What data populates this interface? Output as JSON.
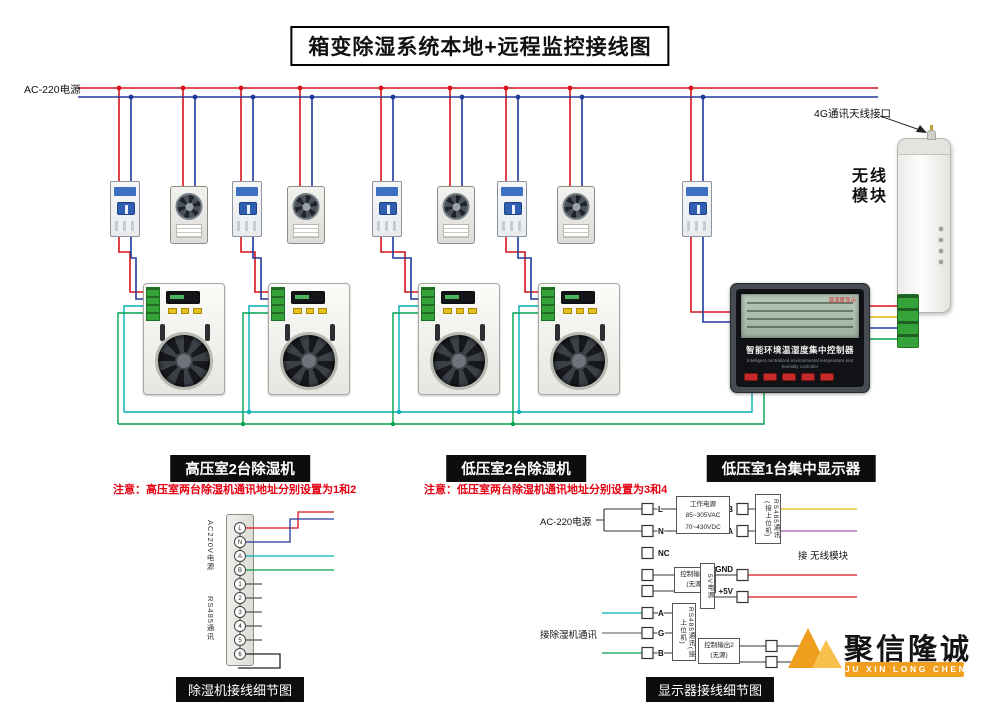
{
  "palette": {
    "live_wire": "#d8121a",
    "neutral_wire": "#203a9c",
    "comm_a_wire": "#00b0b5",
    "comm_b_wire": "#00a14e",
    "signal_yellow": "#e3b70a",
    "signal_purple": "#9b59a8",
    "label_bg": "#0d0d0d",
    "note_red": "#e60012",
    "terminal_green": "#35a23a",
    "brand_orange": "#ef9f1d"
  },
  "title": "箱变除湿系统本地+远程监控接线图",
  "top": {
    "power_label": "AC-220电源",
    "antenna_label": "4G通讯天线接口",
    "wireless_module_label": "无线模块"
  },
  "controller": {
    "corner_label": "温湿度显示",
    "title": "智能环境温湿度集中控制器",
    "subtitle": "Intelligent centralized environmental temperature and humidity controller"
  },
  "sections": {
    "high_voltage_label": "高压室2台除湿机",
    "high_voltage_note": "注意：高压室两台除湿机通讯地址分别设置为1和2",
    "low_voltage_label": "低压室2台除湿机",
    "low_voltage_note": "注意：低压室两台除湿机通讯地址分别设置为3和4",
    "display_label": "低压室1台集中显示器"
  },
  "dehumidifier_detail": {
    "caption": "除湿机接线细节图",
    "side_label_power": "AC220V电源",
    "side_label_comm": "RS485通讯",
    "terminals": [
      "L",
      "N",
      "A",
      "B",
      "1",
      "2",
      "3",
      "4",
      "5",
      "6"
    ]
  },
  "display_detail": {
    "caption": "显示器接线细节图",
    "ac_label": "AC-220电源",
    "comm_label": "接除湿机通讯",
    "wireless_label": "接 无线模块",
    "power_box": [
      "工作电源",
      "85~305VAC",
      "70~430VDC"
    ],
    "output1_box": "控制输出1(无源)",
    "output2_box": "控制输出2(无源)",
    "rs485_box": "RS485通讯(接上位机)",
    "power5v_box": "5V电源",
    "left_terminals": [
      "L",
      "N",
      "NC",
      "A",
      "G",
      "B"
    ],
    "right_terminals": [
      "B",
      "A",
      "GND",
      "+5V"
    ]
  },
  "logo": {
    "name": "聚信隆诚",
    "subtitle": "JU XIN LONG CHENG"
  }
}
